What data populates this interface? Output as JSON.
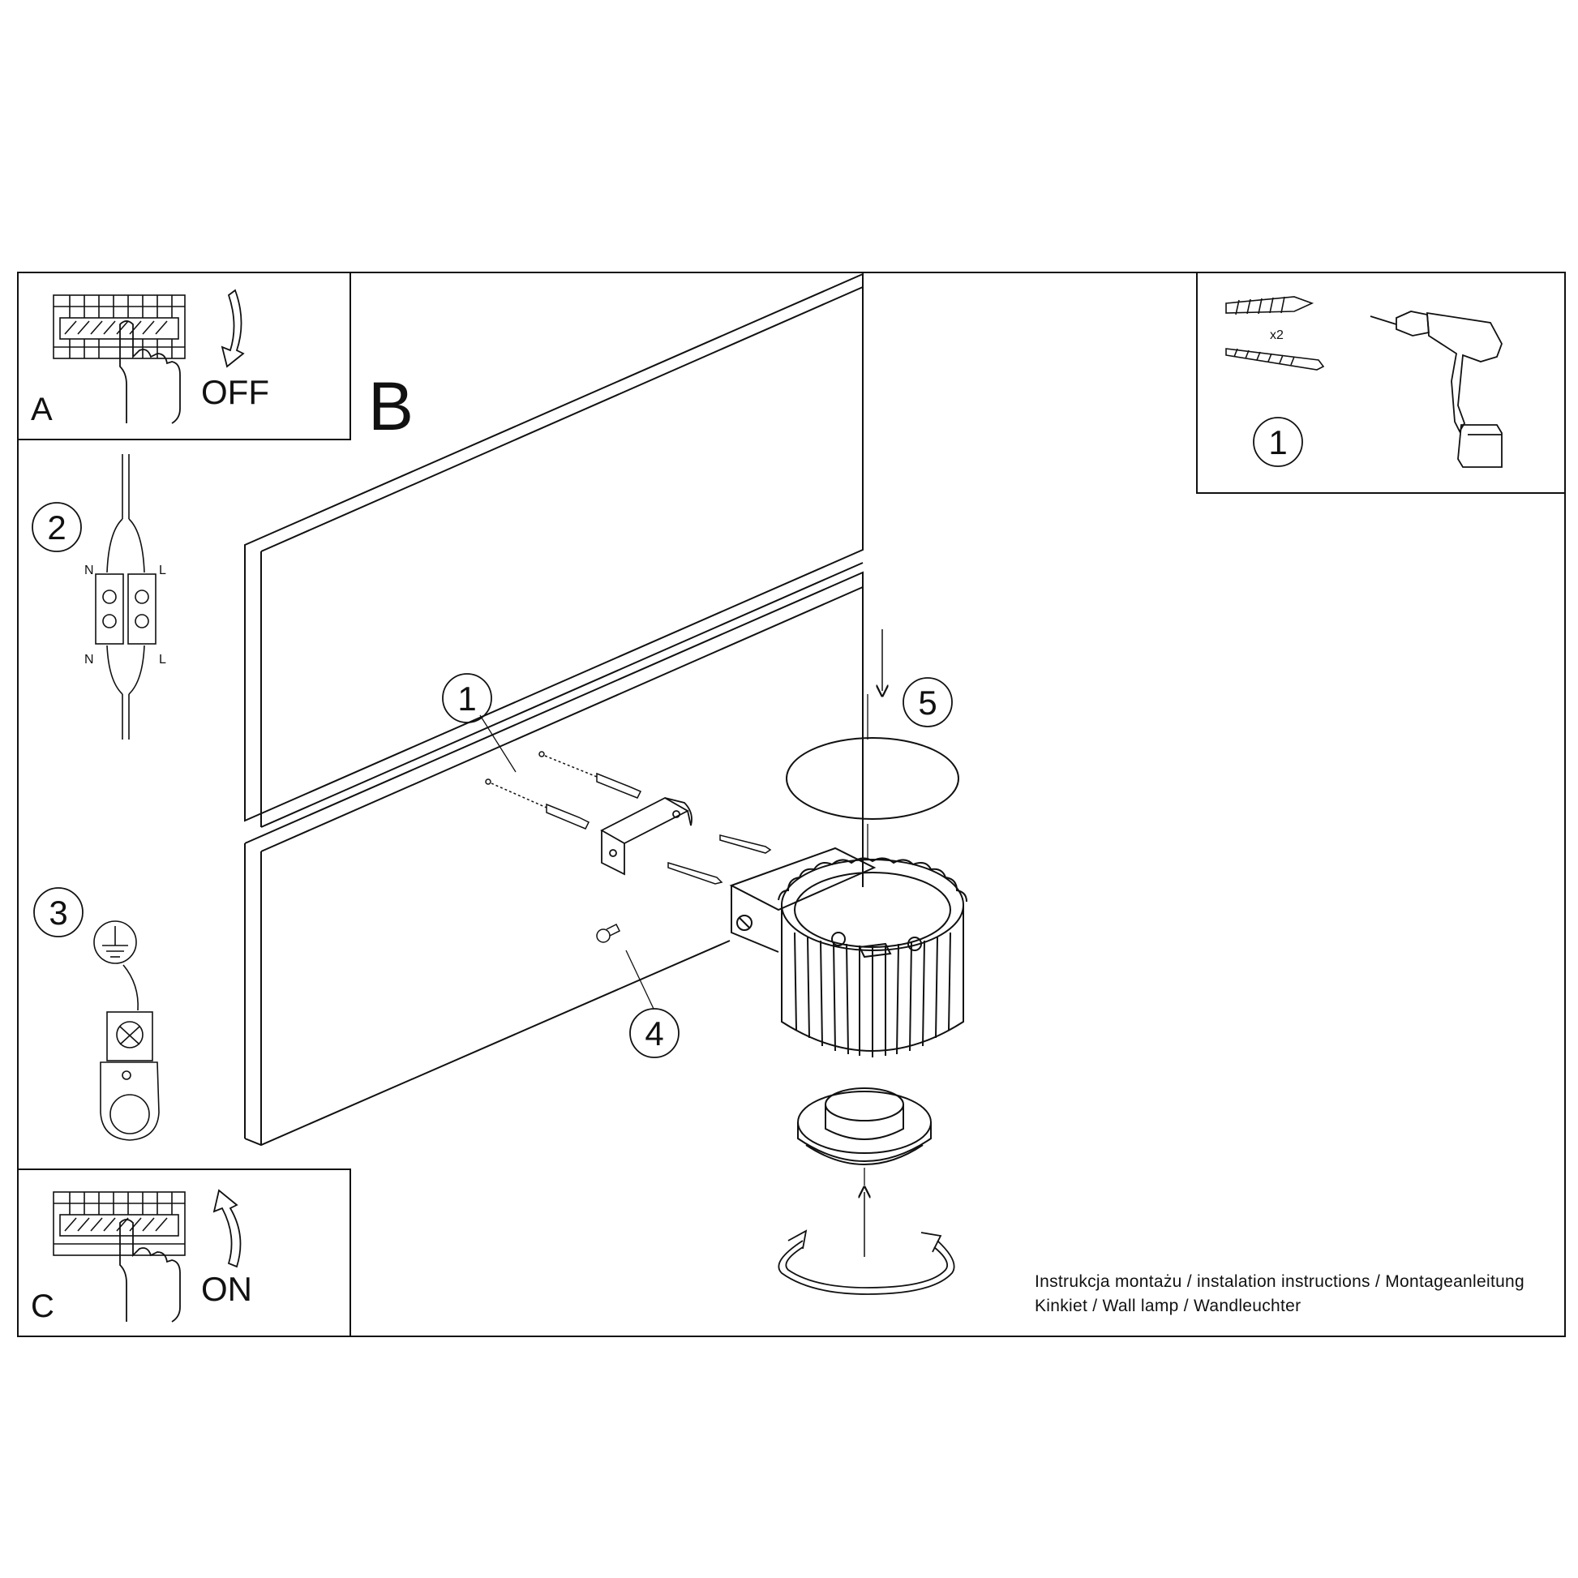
{
  "panel_a": {
    "letter": "A",
    "label": "OFF"
  },
  "panel_b": {
    "letter": "B"
  },
  "panel_c": {
    "letter": "C",
    "label": "ON"
  },
  "tools_box": {
    "quantity": "x2",
    "step": "1"
  },
  "wiring": {
    "step": "2",
    "neutral": "N",
    "live": "L"
  },
  "earth": {
    "step": "3"
  },
  "assembly": {
    "callout_bracket": "1",
    "callout_screw": "4",
    "callout_cover": "5"
  },
  "footer": {
    "line1": "Instrukcja montażu / instalation instructions / Montageanleitung",
    "line2": "Kinkiet / Wall lamp / Wandleuchter"
  }
}
